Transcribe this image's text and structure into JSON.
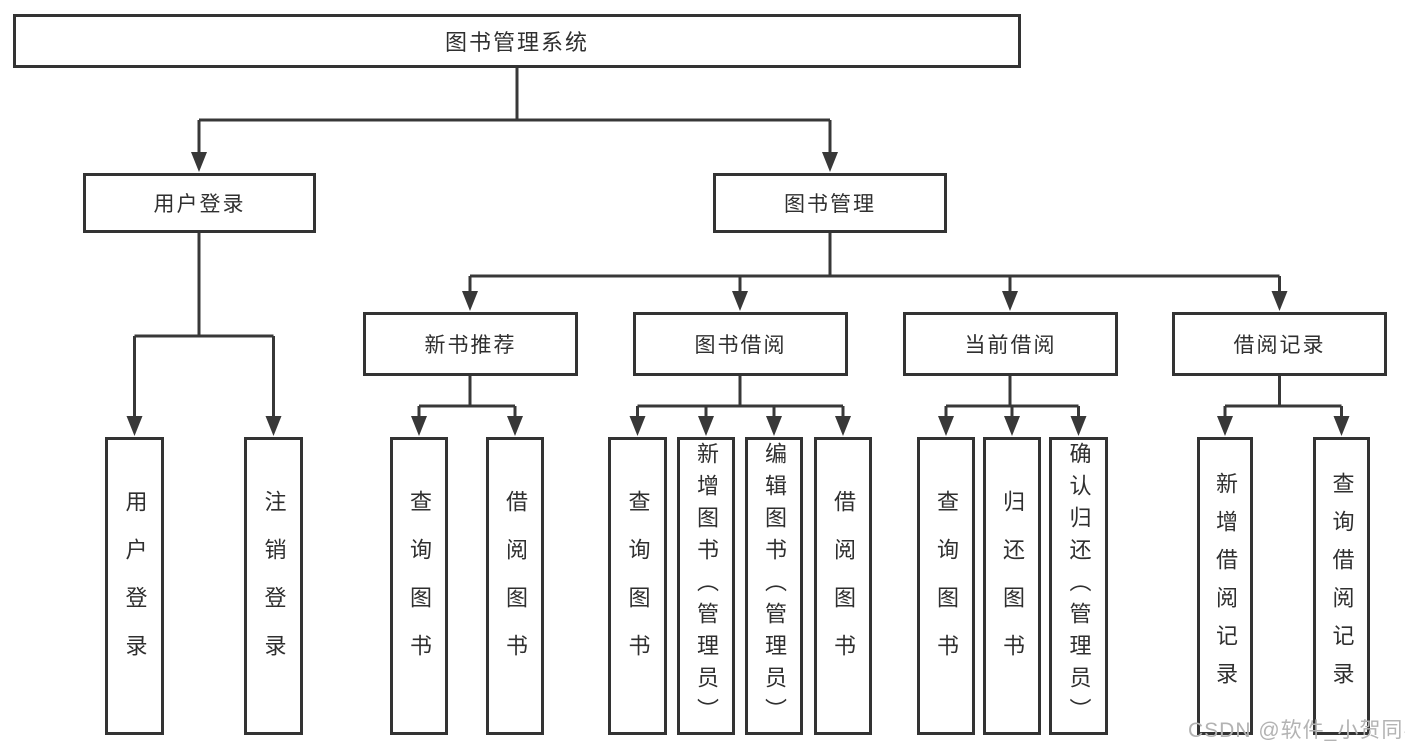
{
  "tree": {
    "label": "图书管理系统",
    "children": [
      {
        "label": "用户登录",
        "children": [
          {
            "label": "用户登录"
          },
          {
            "label": "注销登录"
          }
        ]
      },
      {
        "label": "图书管理",
        "children": [
          {
            "label": "新书推荐",
            "children": [
              {
                "label": "查询图书"
              },
              {
                "label": "借阅图书"
              }
            ]
          },
          {
            "label": "图书借阅",
            "children": [
              {
                "label": "查询图书"
              },
              {
                "label": "新增图书（管理员）"
              },
              {
                "label": "编辑图书（管理员）"
              },
              {
                "label": "借阅图书"
              }
            ]
          },
          {
            "label": "当前借阅",
            "children": [
              {
                "label": "查询图书"
              },
              {
                "label": "归还图书"
              },
              {
                "label": "确认归还（管理员）"
              }
            ]
          },
          {
            "label": "借阅记录",
            "children": [
              {
                "label": "新增借阅记录"
              },
              {
                "label": "查询借阅记录"
              }
            ]
          }
        ]
      }
    ]
  },
  "watermark": "CSDN @软件_小贺同学",
  "theme": {
    "background": "#ffffff",
    "box_fill": "#ffffff",
    "box_border": "#333333",
    "line_color": "#383838",
    "text_color": "#2f2f2f",
    "watermark_color": "#b3b3b3"
  }
}
